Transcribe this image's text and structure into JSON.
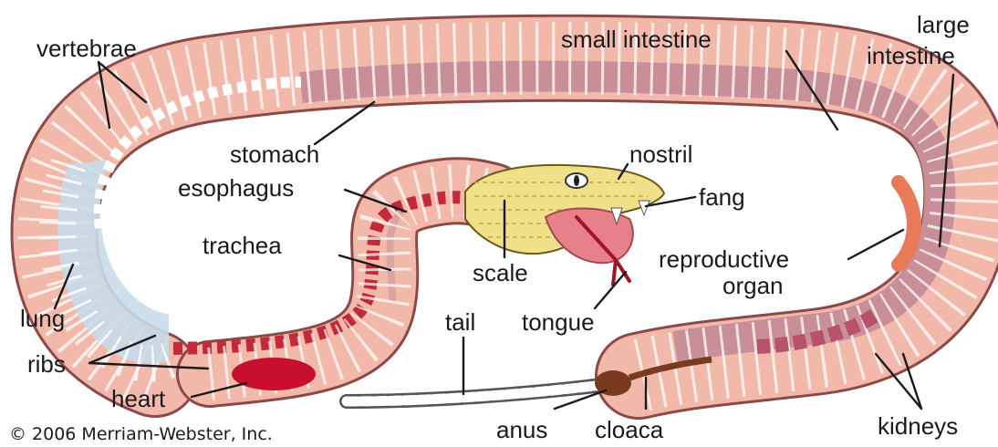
{
  "labels": {
    "vertebrae": "vertebrae",
    "stomach": "stomach",
    "esophagus": "esophagus",
    "trachea": "trachea",
    "lung": "lung",
    "ribs": "ribs",
    "heart": "heart",
    "small_intestine": "small intestine",
    "large_intestine_1": "large",
    "large_intestine_2": "intestine",
    "nostril": "nostril",
    "fang": "fang",
    "scale": "scale",
    "tongue": "tongue",
    "tail": "tail",
    "reproductive_organ_1": "reproductive",
    "reproductive_organ_2": "organ",
    "anus": "anus",
    "cloaca": "cloaca",
    "kidneys": "kidneys"
  },
  "copyright": "© 2006 Merriam-Webster, Inc.",
  "colors": {
    "body_outline": "#8a4a4a",
    "body_fill": "#f2b9ab",
    "rib": "#ffffff",
    "lung": "#c6dbe9",
    "trachea": "#c22a3c",
    "heart": "#c8102e",
    "intestine": "#a8707e",
    "head_scales": "#f0e08a",
    "tongue": "#e8808a",
    "reproductive_organ": "#e87a5a"
  }
}
